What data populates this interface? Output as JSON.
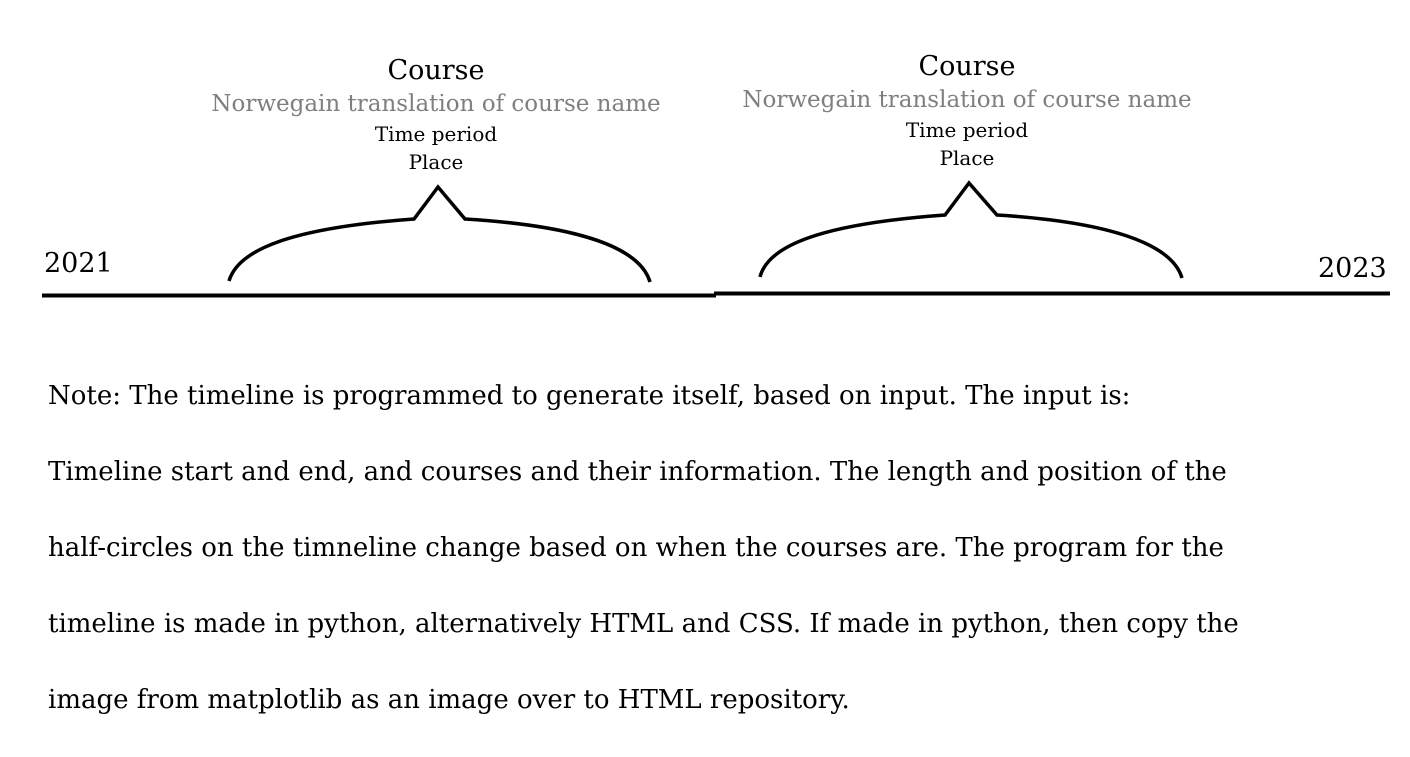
{
  "timeline": {
    "start_label": "2021",
    "end_label": "2023"
  },
  "courses": [
    {
      "title": "Course",
      "translation": "Norwegain translation of course name",
      "time_period": "Time period",
      "place": "Place"
    },
    {
      "title": "Course",
      "translation": "Norwegain translation of course name",
      "time_period": "Time period",
      "place": "Place"
    }
  ],
  "colors": {
    "line": "#000000",
    "translation_text": "#7f7f7f"
  },
  "note": {
    "line1": "Note: The timeline is programmed to generate itself, based on input. The input is:",
    "line2": "Timeline start and end, and courses and their information. The length and position of the",
    "line3": "half-circles on the timneline change based on when the courses are. The program for the",
    "line4": "timeline is made in python, alternatively HTML and CSS. If made in python, then copy the",
    "line5": "image from matplotlib as an image over to HTML repository."
  }
}
